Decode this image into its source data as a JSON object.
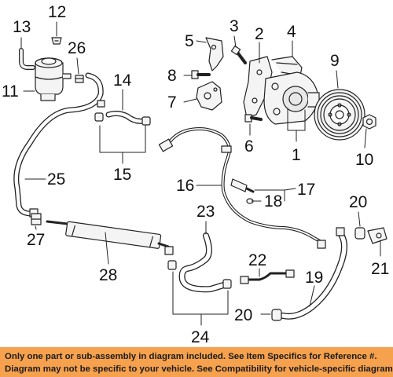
{
  "callouts": [
    "13",
    "12",
    "26",
    "11",
    "14",
    "15",
    "25",
    "27",
    "28",
    "5",
    "3",
    "2",
    "4",
    "9",
    "8",
    "7",
    "6",
    "1",
    "10",
    "16",
    "17",
    "18",
    "23",
    "24",
    "22",
    "19",
    "20",
    "20",
    "21"
  ],
  "footer": {
    "line1": "Only one part or sub-assembly in diagram included. See Item Specifics for Reference #.",
    "line2": "Diagram may not be specific to your vehicle. See Compatibility for vehicle-specific diagrams."
  },
  "colors": {
    "footer_bg": "#f5a14d",
    "line": "#222222",
    "part_fill": "#f4f4f4",
    "part_dark": "#9a9a9a"
  }
}
